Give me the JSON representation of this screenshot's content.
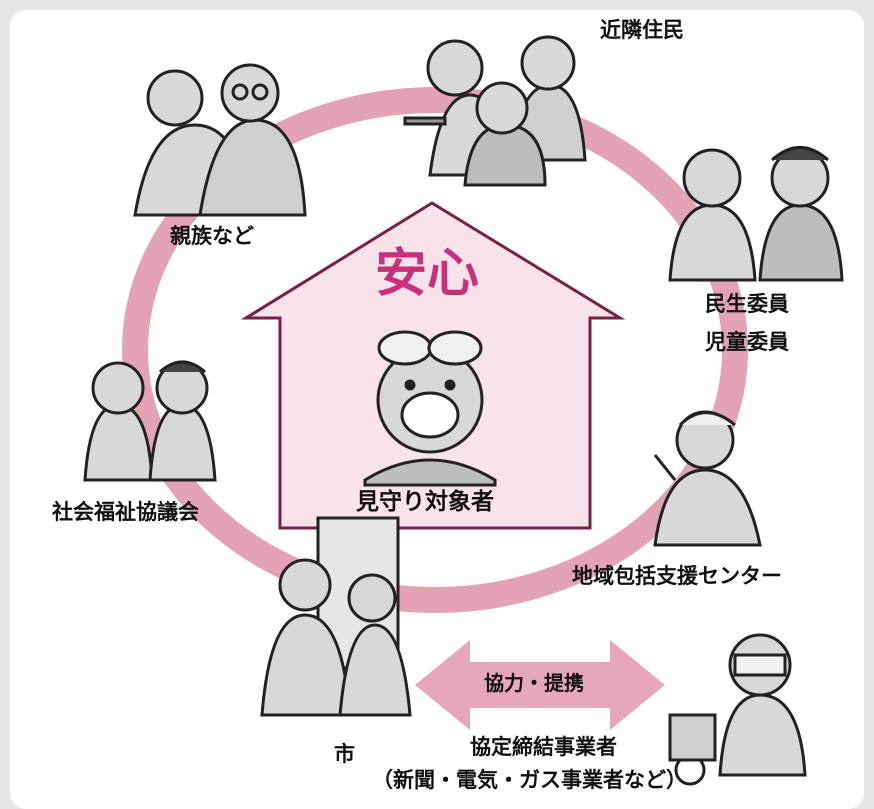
{
  "center": {
    "headline": "安心",
    "subject_label": "見守り対象者"
  },
  "nodes": {
    "relatives": "親族など",
    "neighbors": "近隣住民",
    "commissioner_line1": "民生委員",
    "commissioner_line2": "児童委員",
    "council": "社会福祉協議会",
    "support_center": "地域包括支援センター",
    "city": "市",
    "businesses": "協定締結事業者",
    "businesses_note": "（新聞・電気・ガス事業者など）"
  },
  "arrow": {
    "label": "協力・提携"
  },
  "colors": {
    "ring": "#e4a2b5",
    "house_fill": "#f8e3ea",
    "house_stroke": "#7a1f45",
    "accent": "#c9307a",
    "figure_fill": "#d8d8d8",
    "figure_stroke": "#222222"
  }
}
